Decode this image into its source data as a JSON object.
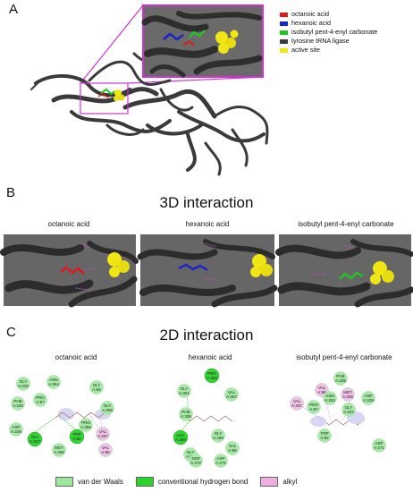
{
  "panels": {
    "a": {
      "letter": "A"
    },
    "b": {
      "letter": "B",
      "title": "3D interaction"
    },
    "c": {
      "letter": "C",
      "title": "2D interaction"
    }
  },
  "legend_a": [
    {
      "label": "octanoic acid",
      "color": "#e0191b"
    },
    {
      "label": "hexanoic acid",
      "color": "#1a23c8"
    },
    {
      "label": "isobutyl pent-4-enyl carbonate",
      "color": "#22c322"
    },
    {
      "label": "tyrosine tRNA ligase",
      "color": "#3a3a3a"
    },
    {
      "label": "active site",
      "color": "#f0e614"
    }
  ],
  "ligands": [
    "octanoic acid",
    "hexanoic acid",
    "isobutyl pent-4-enyl carbonate"
  ],
  "residues": {
    "octanoic": [
      {
        "name": "GLY",
        "num": "A:226",
        "type": "vdw"
      },
      {
        "name": "ASN",
        "num": "A:254",
        "type": "vdw"
      },
      {
        "name": "PRO",
        "num": "A:97",
        "type": "vdw"
      },
      {
        "name": "PHE",
        "num": "A:225",
        "type": "vdw"
      },
      {
        "name": "GLY",
        "num": "A:93",
        "type": "vdw"
      },
      {
        "name": "GLY",
        "num": "A:259",
        "type": "vdw"
      },
      {
        "name": "ASP",
        "num": "A:229",
        "type": "vdw"
      },
      {
        "name": "PRO",
        "num": "A:255",
        "type": "vdw"
      },
      {
        "name": "GLY",
        "num": "A:227",
        "type": "hbond"
      },
      {
        "name": "TRP",
        "num": "A:82",
        "type": "hbond"
      },
      {
        "name": "VAL",
        "num": "A:257",
        "type": "alkyl"
      },
      {
        "name": "VAL",
        "num": "A:96",
        "type": "alkyl"
      },
      {
        "name": "MET",
        "num": "A:256",
        "type": "vdw"
      }
    ],
    "hexanoic": [
      {
        "name": "GLY",
        "num": "A:301",
        "type": "vdw"
      },
      {
        "name": "PRO",
        "num": "A:258",
        "type": "hbond"
      },
      {
        "name": "VAL",
        "num": "A:257",
        "type": "vdw"
      },
      {
        "name": "PHE",
        "num": "A:305",
        "type": "vdw"
      },
      {
        "name": "LEU",
        "num": "A:260",
        "type": "hbond"
      },
      {
        "name": "GLY",
        "num": "A:259",
        "type": "vdw"
      },
      {
        "name": "GLY",
        "num": "A:93",
        "type": "vdw"
      },
      {
        "name": "VAL",
        "num": "A:96",
        "type": "vdw"
      },
      {
        "name": "SER",
        "num": "A:272",
        "type": "vdw"
      },
      {
        "name": "ASP",
        "num": "A:271",
        "type": "vdw"
      }
    ],
    "carbonate": [
      {
        "name": "PHE",
        "num": "A:225",
        "type": "vdw"
      },
      {
        "name": "VAL",
        "num": "A:96",
        "type": "alkyl"
      },
      {
        "name": "MET",
        "num": "A:256",
        "type": "alkyl"
      },
      {
        "name": "ASN",
        "num": "A:254",
        "type": "vdw"
      },
      {
        "name": "ASP",
        "num": "A:229",
        "type": "vdw"
      },
      {
        "name": "VAL",
        "num": "A:257",
        "type": "alkyl"
      },
      {
        "name": "PRO",
        "num": "A:97",
        "type": "vdw"
      },
      {
        "name": "GLY",
        "num": "A:227",
        "type": "vdw"
      },
      {
        "name": "TRP",
        "num": "A:82",
        "type": "vdw"
      },
      {
        "name": "ASP",
        "num": "A:271",
        "type": "vdw"
      }
    ]
  },
  "legend_c": [
    {
      "label": "van der Waals",
      "color": "#9ee89e"
    },
    {
      "label": "conventional hydrogen bond",
      "color": "#2ad42a"
    },
    {
      "label": "alkyl",
      "color": "#efaee0"
    }
  ],
  "colors": {
    "highlight_box": "#d232d2",
    "protein": "#404040",
    "active_site": "#f0e614"
  }
}
